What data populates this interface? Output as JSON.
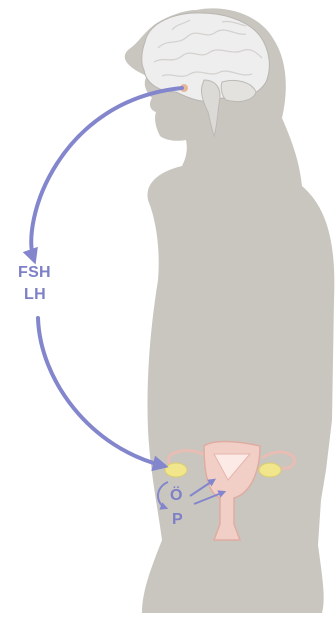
{
  "hormones": {
    "top": "FSH",
    "bottom": "LH"
  },
  "ovary_hormones": {
    "top": "Ö",
    "bottom": "P"
  },
  "colors": {
    "silhouette": "#c9c6c0",
    "arrow": "#8386cc",
    "label": "#7d7fc7",
    "brain": "#efeeee",
    "pituitary": "#e7b79b",
    "ovary": "#f1e68c",
    "uterus": "#f1cfc7"
  }
}
